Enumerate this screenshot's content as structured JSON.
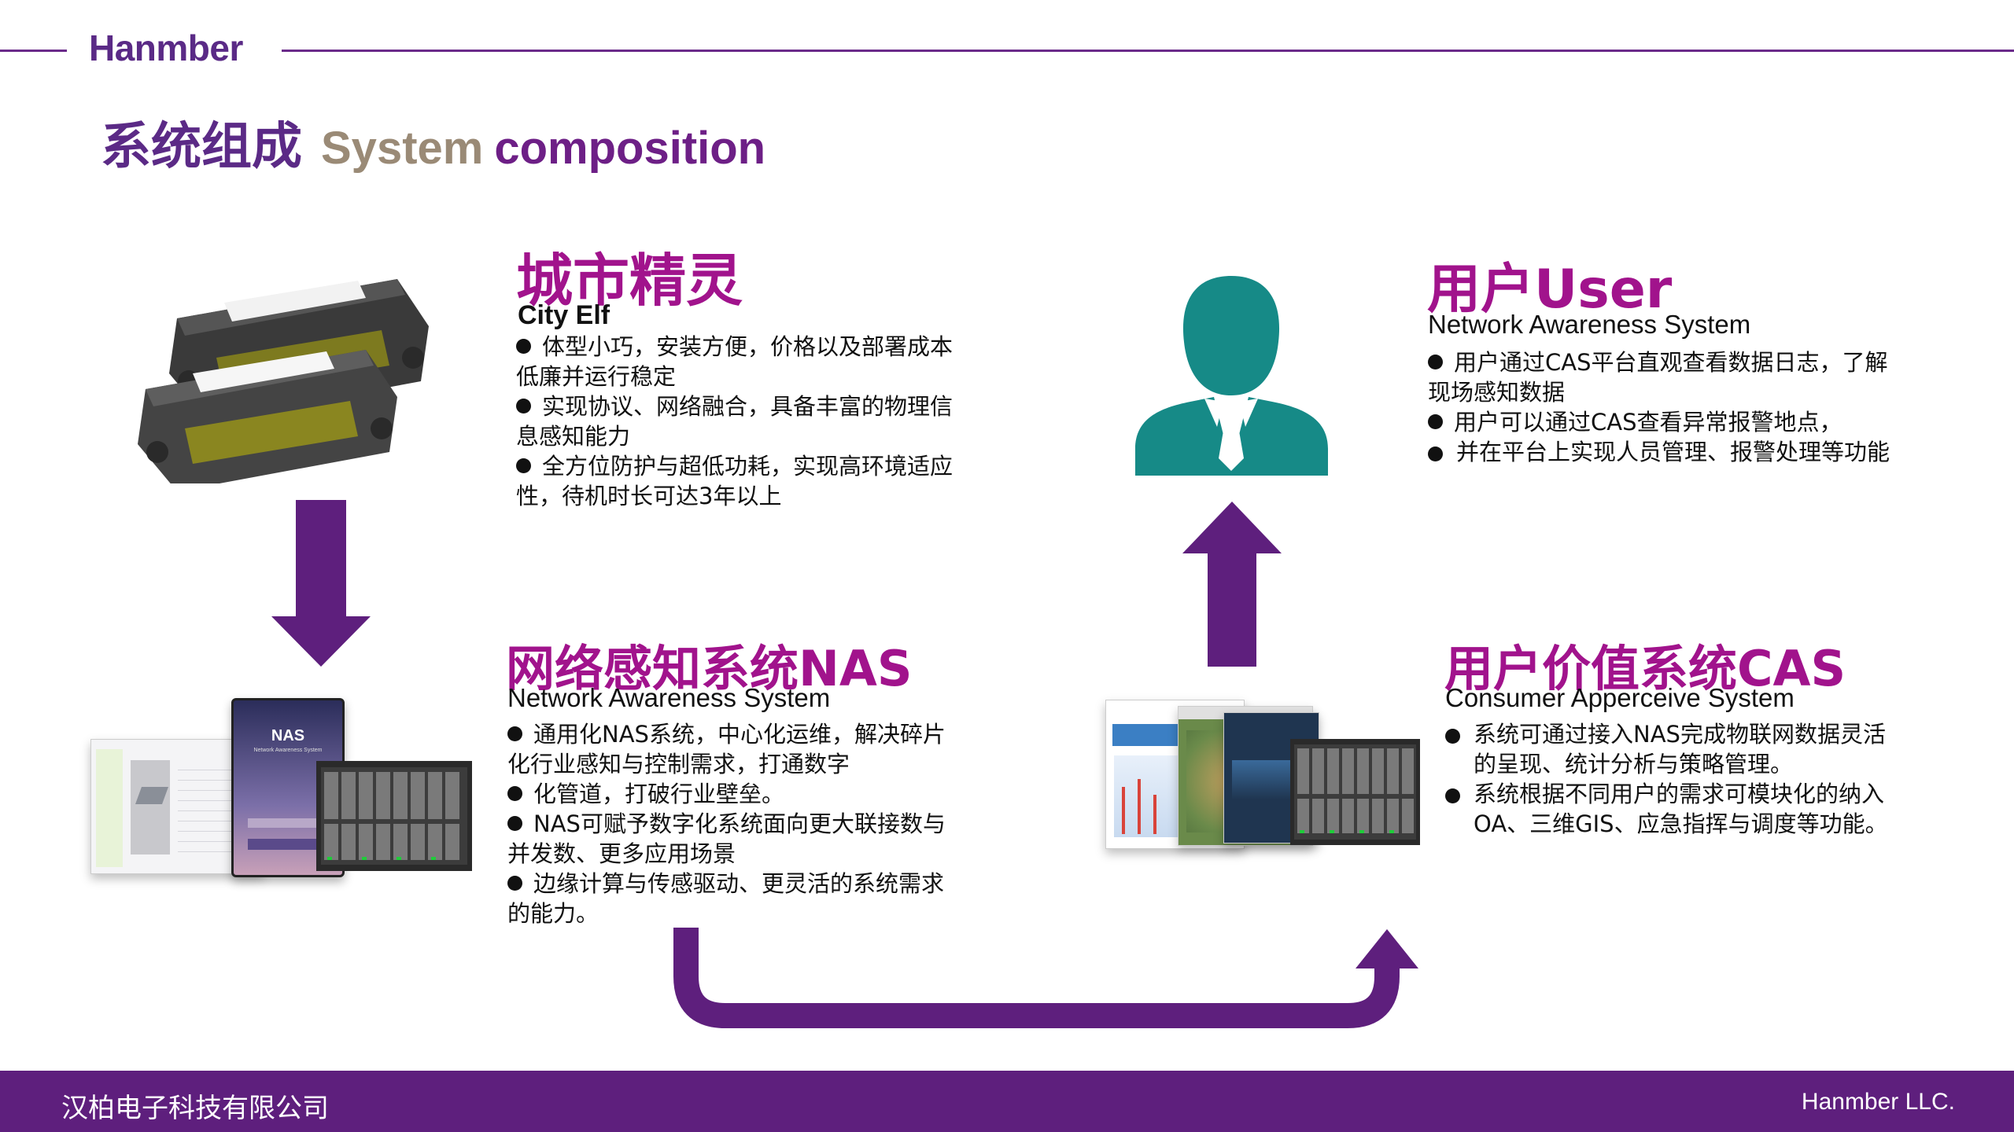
{
  "brand": {
    "logo": "Hanmber"
  },
  "title": {
    "cn": "系统组成",
    "en_part1": "System",
    "en_part2": "composition"
  },
  "city_elf": {
    "title": "城市精灵",
    "subtitle": "City Elf",
    "bullets": [
      "体型小巧，安装方便，价格以及部署成本低廉并运行稳定",
      "实现协议、网络融合，具备丰富的物理信息感知能力",
      "全方位防护与超低功耗，实现高环境适应性，待机时长可达3年以上"
    ]
  },
  "user": {
    "title": "用户User",
    "subtitle": "Network Awareness System",
    "bullets": [
      "用户通过CAS平台直观查看数据日志，了解现场感知数据",
      "用户可以通过CAS查看异常报警地点，",
      "并在平台上实现人员管理、报警处理等功能"
    ]
  },
  "nas": {
    "title": "网络感知系统NAS",
    "subtitle": "Network Awareness System",
    "bullets": [
      "通用化NAS系统，中心化运维，解决碎片化行业感知与控制需求，打通数字",
      "化管道，打破行业壁垒。",
      "NAS可赋予数字化系统面向更大联接数与并发数、更多应用场景",
      "边缘计算与传感驱动、更灵活的系统需求的能力。"
    ],
    "phone_label": "NAS",
    "phone_sub": "Network Awareness System"
  },
  "cas": {
    "title": "用户价值系统CAS",
    "subtitle": "Consumer Apperceive System",
    "bullets": [
      "系统可通过接入NAS完成物联网数据灵活的呈现、统计分析与策略管理。",
      "系统根据不同用户的需求可模块化的纳入OA、三维GIS、应急指挥与调度等功能。"
    ]
  },
  "footer": {
    "company_cn": "汉柏电子科技有限公司",
    "company_en": "Hanmber LLC."
  },
  "colors": {
    "purple": "#5e1f7d",
    "magenta": "#a1138c",
    "teal": "#168a87"
  },
  "icons": [
    "user-silhouette-icon",
    "arrow-down-icon",
    "arrow-up-icon",
    "u-arrow-icon"
  ]
}
